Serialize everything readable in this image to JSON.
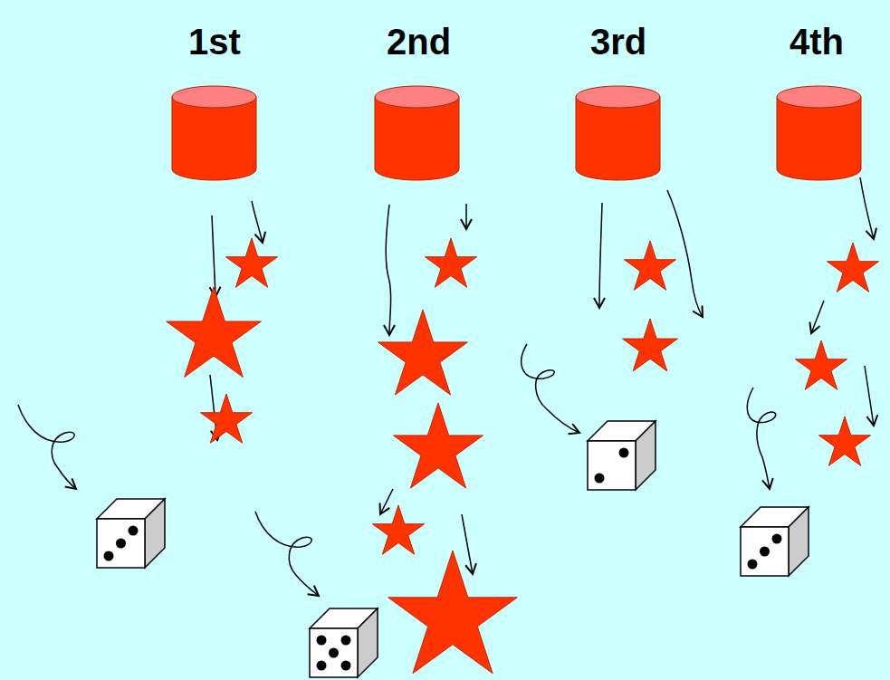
{
  "diagram": {
    "labels": [
      "1st",
      "2nd",
      "3rd",
      "4th"
    ]
  }
}
